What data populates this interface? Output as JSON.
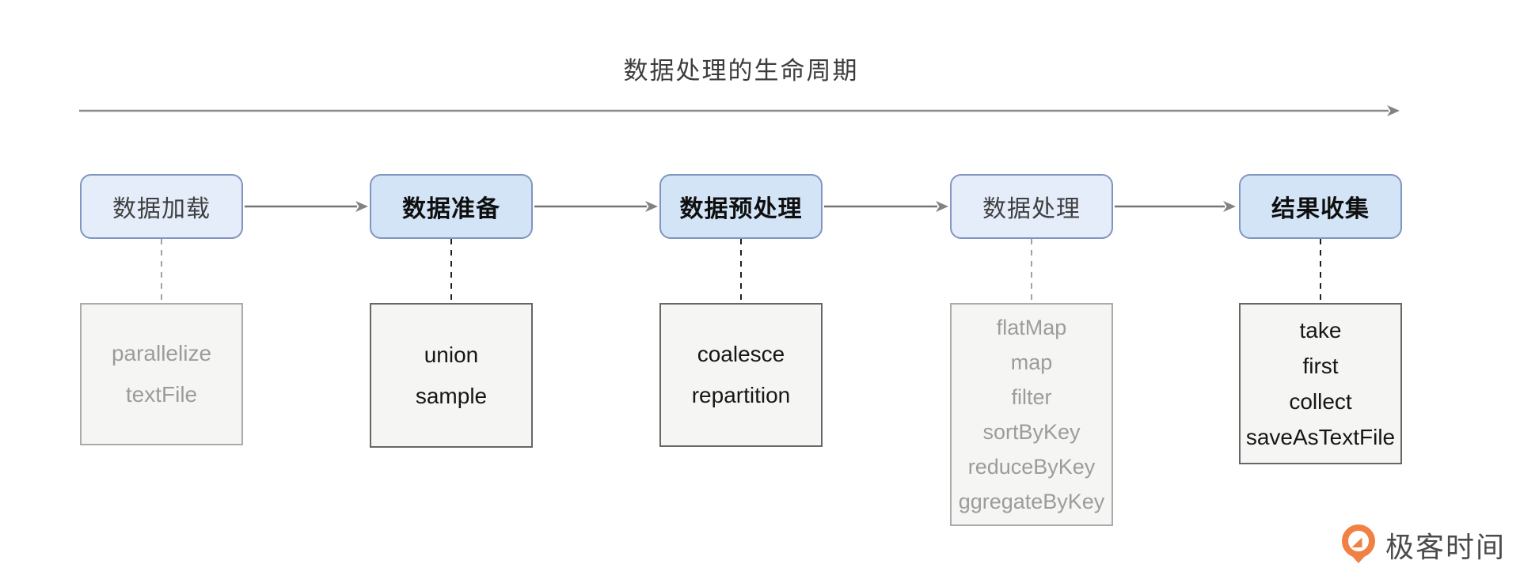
{
  "title": "数据处理的生命周期",
  "stages": [
    {
      "label": "数据加载",
      "active": false,
      "ops": [
        "parallelize",
        "textFile"
      ]
    },
    {
      "label": "数据准备",
      "active": true,
      "ops": [
        "union",
        "sample"
      ]
    },
    {
      "label": "数据预处理",
      "active": true,
      "ops": [
        "coalesce",
        "repartition"
      ]
    },
    {
      "label": "数据处理",
      "active": false,
      "ops": [
        "flatMap",
        "map",
        "filter",
        "sortByKey",
        "reduceByKey",
        "ggregateByKey"
      ]
    },
    {
      "label": "结果收集",
      "active": true,
      "ops": [
        "take",
        "first",
        "collect",
        "saveAsTextFile"
      ]
    }
  ],
  "logo": {
    "text": "极客时间",
    "accent_color": "#f08142"
  },
  "colors": {
    "stage_fill_active": "#d3e4f7",
    "stage_fill_inactive": "#e5edfa",
    "stage_border": "#8095c0",
    "ops_fill": "#f5f5f3",
    "ops_border_active": "#666666",
    "ops_border_inactive": "#ababab",
    "text_active": "#161616",
    "text_inactive": "#9c9c9c",
    "arrow": "#828282",
    "title_text": "#3d3d3d"
  }
}
